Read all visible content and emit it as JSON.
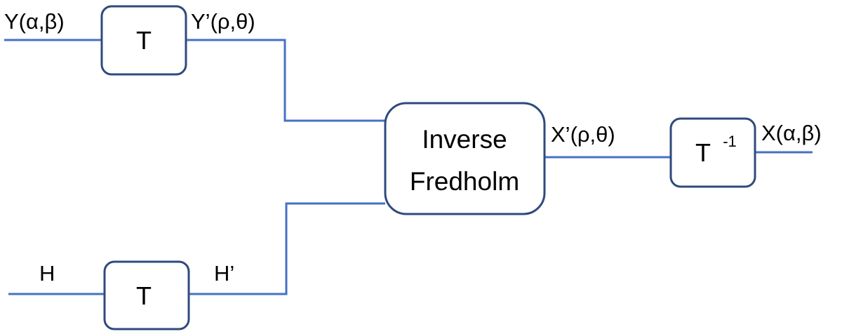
{
  "signals": {
    "y_in": "Y(α,β)",
    "y_out": "Y’(ρ,θ)",
    "h_in": "H",
    "h_out": "H’",
    "x_trans": "X’(ρ,θ)",
    "x_out": "X(α,β)"
  },
  "blocks": {
    "t_top": "T",
    "t_bottom": "T",
    "fredholm_line1": "Inverse",
    "fredholm_line2": "Fredholm",
    "t_inv": "T",
    "t_inv_exp": "-1"
  },
  "colors": {
    "wire": "#4472C4",
    "box_border": "#2F4A7C",
    "text": "#000000"
  }
}
